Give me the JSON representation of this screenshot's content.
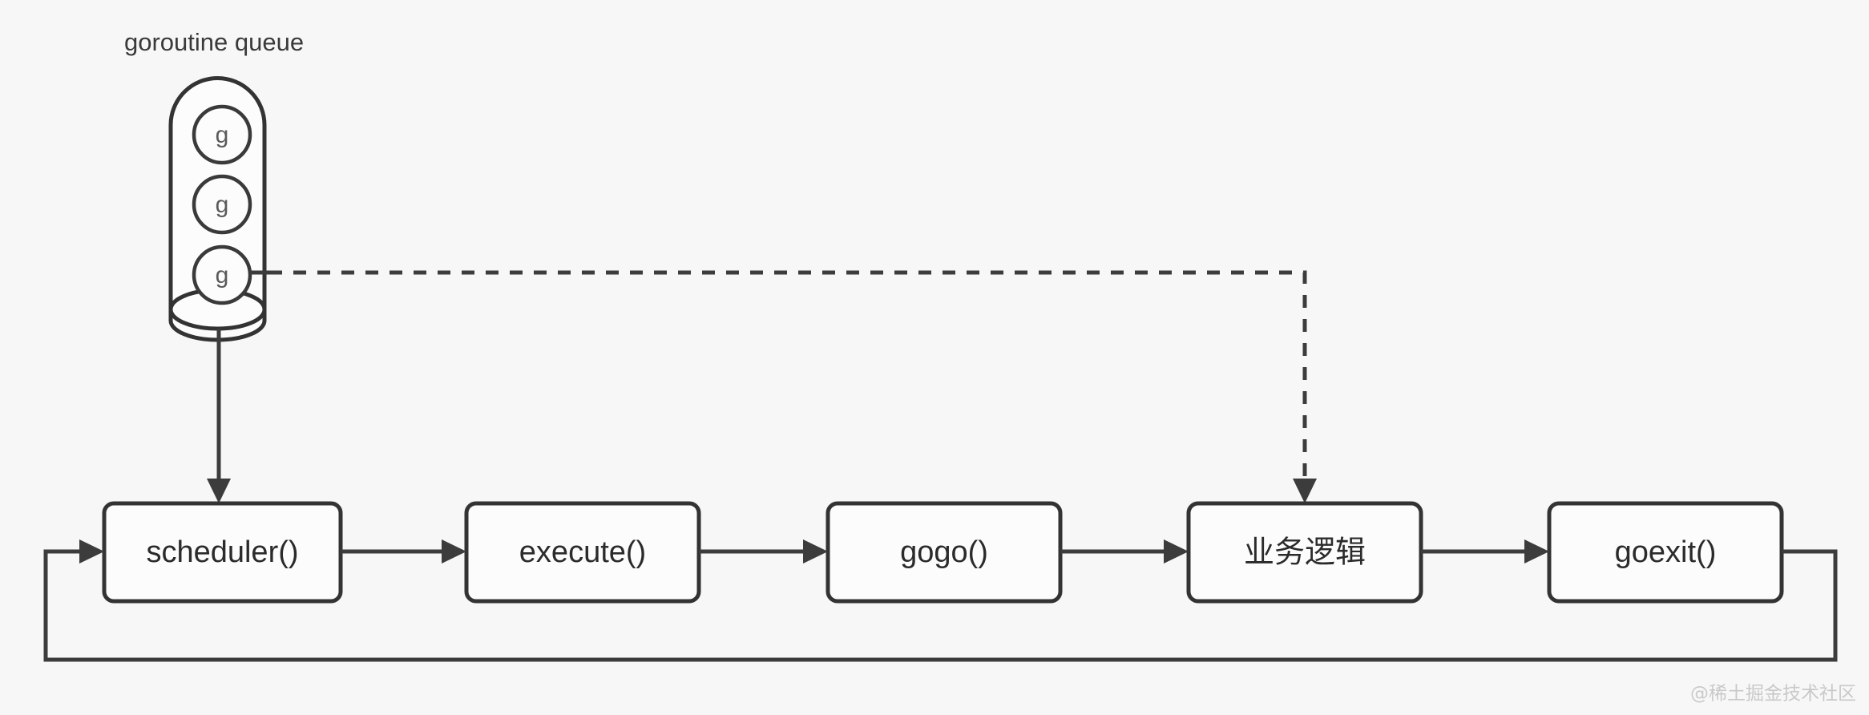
{
  "diagram": {
    "title": "goroutine queue",
    "background_color": "#f7f7f7",
    "stroke_color": "#3c3c3c",
    "node_fill_color": "#fcfcfc",
    "queue": {
      "label": "goroutine queue",
      "items": [
        {
          "label": "g"
        },
        {
          "label": "g"
        },
        {
          "label": "g"
        }
      ]
    },
    "nodes": [
      {
        "id": "scheduler",
        "label": "scheduler()",
        "lang": "latin"
      },
      {
        "id": "execute",
        "label": "execute()",
        "lang": "latin"
      },
      {
        "id": "gogo",
        "label": "gogo()",
        "lang": "latin"
      },
      {
        "id": "business-logic",
        "label": "业务逻辑",
        "lang": "cjk"
      },
      {
        "id": "goexit",
        "label": "goexit()",
        "lang": "latin"
      }
    ],
    "edges": [
      {
        "id": "queue-to-scheduler",
        "from": "queue",
        "to": "scheduler",
        "style": "solid"
      },
      {
        "id": "scheduler-to-execute",
        "from": "scheduler",
        "to": "execute",
        "style": "solid"
      },
      {
        "id": "execute-to-gogo",
        "from": "execute",
        "to": "gogo",
        "style": "solid"
      },
      {
        "id": "gogo-to-business-logic",
        "from": "gogo",
        "to": "business-logic",
        "style": "solid"
      },
      {
        "id": "business-logic-to-goexit",
        "from": "business-logic",
        "to": "goexit",
        "style": "solid"
      },
      {
        "id": "goexit-to-scheduler-loop",
        "from": "goexit",
        "to": "scheduler",
        "style": "solid"
      },
      {
        "id": "queue-g-to-business-logic",
        "from": "queue-item-3",
        "to": "business-logic",
        "style": "dashed"
      }
    ],
    "watermark": "@稀土掘金技术社区"
  }
}
